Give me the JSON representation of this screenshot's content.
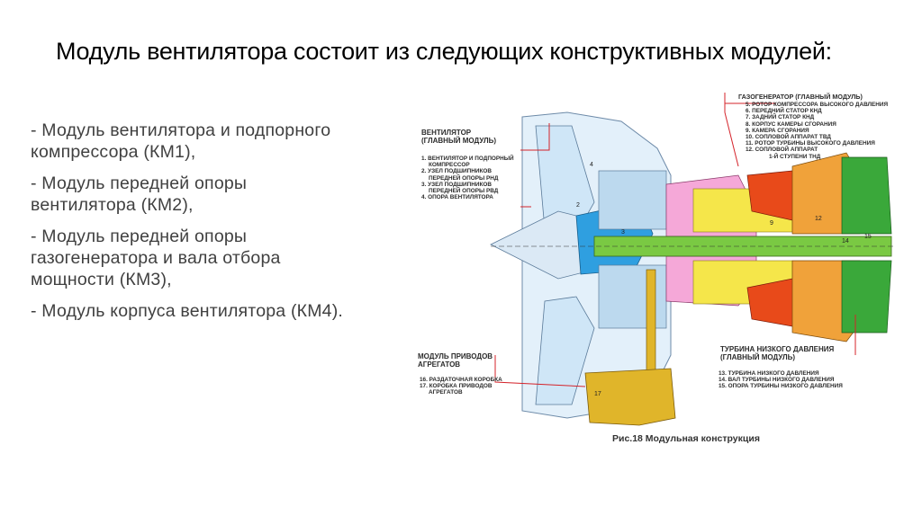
{
  "slide": {
    "title": "Модуль вентилятора состоит из следующих конструктивных модулей:",
    "bullets": [
      "- Модуль вентилятора и подпорного компрессора (КМ1),",
      "- Модуль передней опоры вентилятора (КМ2),",
      "- Модуль передней опоры газогенератора и вала отбора мощности (КМ3),",
      "- Модуль корпуса вентилятора (КМ4)."
    ]
  },
  "figure": {
    "caption": "Рис.18 Модульная конструкция",
    "fan_module": {
      "header": "ВЕНТИЛЯТОР\n(ГЛАВНЫЙ МОДУЛЬ)",
      "items": [
        "1. ВЕНТИЛЯТОР И ПОДПОРНЫЙ",
        "КОМПРЕССОР",
        "2. УЗЕЛ ПОДШИПНИКОВ",
        "ПЕРЕДНЕЙ ОПОРЫ РНД",
        "3. УЗЕЛ ПОДШИПНИКОВ",
        "ПЕРЕДНЕЙ ОПОРЫ РВД",
        "4. ОПОРА ВЕНТИЛЯТОРА"
      ]
    },
    "gasgen_module": {
      "header": "ГАЗОГЕНЕРАТОР (ГЛАВНЫЙ МОДУЛЬ)",
      "items": [
        "5. РОТОР КОМПРЕССОРА ВЫСОКОГО ДАВЛЕНИЯ",
        "6. ПЕРЕДНИЙ СТАТОР КНД",
        "7. ЗАДНИЙ СТАТОР КНД",
        "8. КОРПУС КАМЕРЫ СГОРАНИЯ",
        "9. КАМЕРА СГОРАНИЯ",
        "10. СОПЛОВОЙ АППАРАТ ТВД",
        "11. РОТОР ТУРБИНЫ ВЫСОКОГО ДАВЛЕНИЯ",
        "12. СОПЛОВОЙ АППАРАТ",
        "1-Й СТУПЕНИ ТНД"
      ]
    },
    "gearbox_module": {
      "header": "МОДУЛЬ ПРИВОДОВ\nАГРЕГАТОВ",
      "items": [
        "16. РАЗДАТОЧНАЯ КОРОБКА",
        "17. КОРОБКА ПРИВОДОВ",
        "АГРЕГАТОВ"
      ]
    },
    "lpt_module": {
      "header": "ТУРБИНА НИЗКОГО ДАВЛЕНИЯ\n(ГЛАВНЫЙ МОДУЛЬ)",
      "items": [
        "13. ТУРБИНА НИЗКОГО ДАВЛЕНИЯ",
        "14. ВАЛ ТУРБИНЫ НИЗКОГО ДАВЛЕНИЯ",
        "15. ОПОРА ТУРБИНЫ НИЗКОГО ДАВЛЕНИЯ"
      ]
    },
    "colors": {
      "fan": "#cfe6f7",
      "fan_dark": "#2f9fe0",
      "hpc": "#f5a8d8",
      "combustor": "#e84a1a",
      "hpt_yellow": "#f5e64a",
      "lpt_orange": "#f0a23a",
      "lpt_green": "#3aa83a",
      "shaft": "#7ac943",
      "gearbox": "#e0b52a",
      "callout": "#d4232a"
    }
  }
}
